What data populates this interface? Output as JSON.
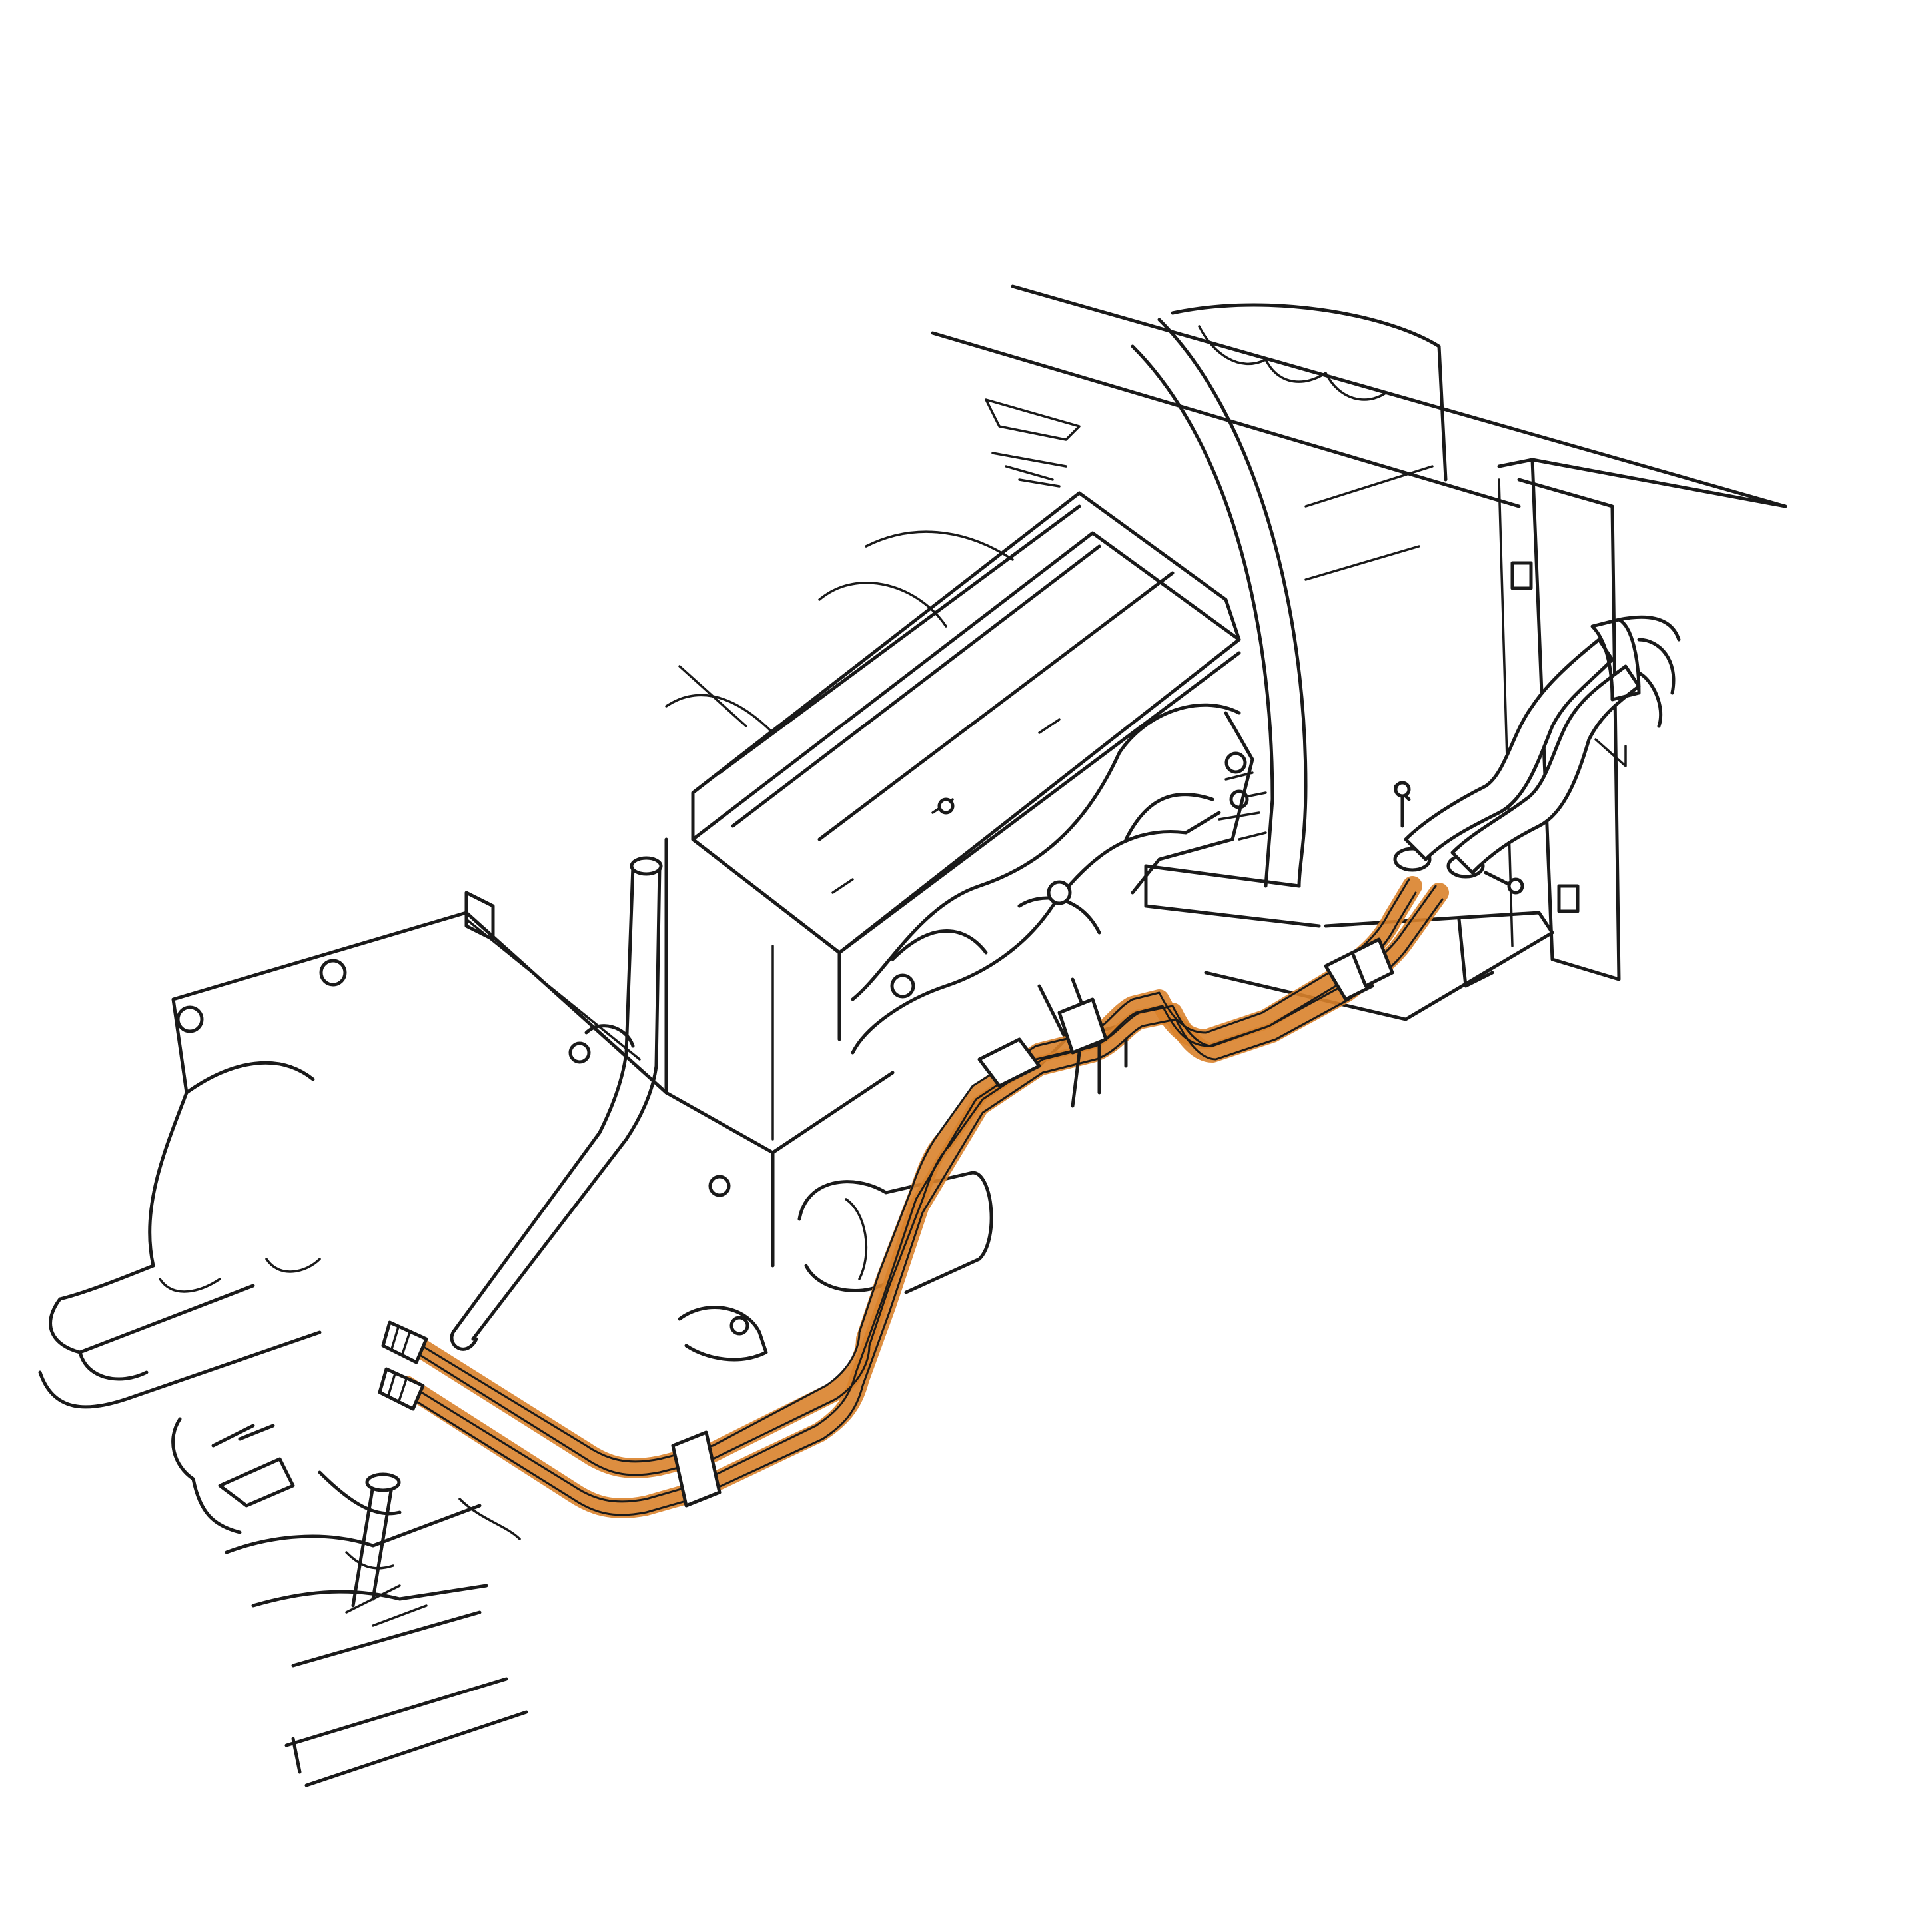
{
  "colors": {
    "line_art": "#1a1a1a",
    "background": "#ffffff",
    "cooler_line_highlight": "#d9822b"
  },
  "parts": [
    "transmission",
    "engine-block",
    "valve-cover",
    "exhaust-manifold",
    "starter",
    "dipstick-tube",
    "radiator",
    "fan-shroud",
    "radiator-support",
    "transmission-cooler-lines",
    "line-clips",
    "rubber-hoses"
  ]
}
